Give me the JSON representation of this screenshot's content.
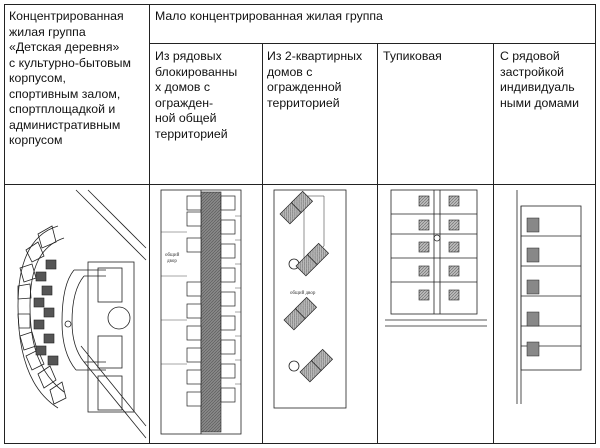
{
  "table": {
    "col1_header": "Концентрированная\nжилая группа\n«Детская деревня»\nс культурно-бытовым\nкорпусом,\nспортивным залом,\nспортплощадкой и\nадминистративным\nкорпусом",
    "group_header": "Мало концентрированная жилая группа",
    "sub_headers": [
      "Из рядовых\nблокированны\nх домов с\nогражден-\nной общей\nтерриторией",
      "Из 2-квартирных\nдомов с\nогражденной\nтерриторией",
      "Тупиковая",
      "С рядовой\nзастройкой\nиндивидуаль\nными домами"
    ]
  },
  "diagram_labels": {
    "yard_row": "общий\nдвор",
    "yard_duplex": "общий двор"
  }
}
